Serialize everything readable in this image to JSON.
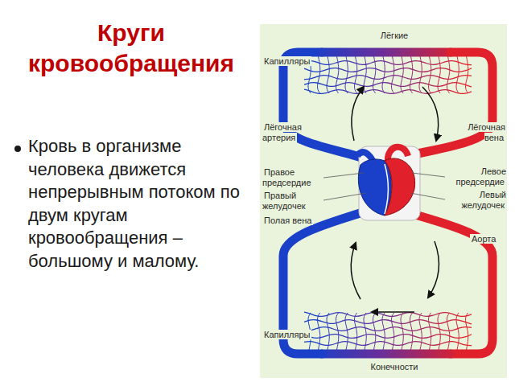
{
  "diagram": {
    "title": "Круги кровообращения",
    "labels": [
      "Кровь в организме человека движется непрерывным потоком по двум кругам кровообращения – большому и малому.",
      "Лёгкие",
      "Капилляры",
      "Лёгочная артерия",
      "Правое предсердие",
      "Правый желудочек",
      "Полая вена",
      "Лёгочная вена",
      "Левое предсердие",
      "Левый желудочек",
      "Аорта",
      "Капилляры",
      "Конечности"
    ]
  }
}
